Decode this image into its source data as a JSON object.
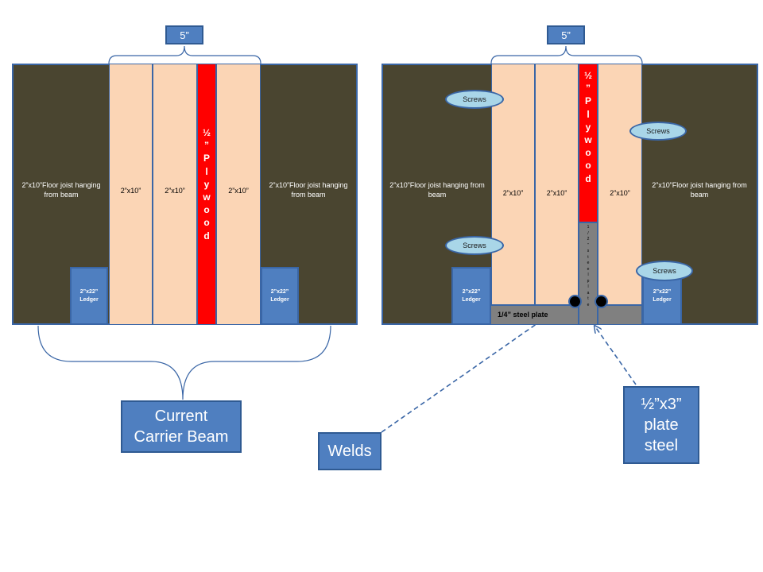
{
  "left_section": {
    "dimension": "5”",
    "joist_left": "2”x10”Floor joist hanging from beam",
    "joist_right": "2”x10”Floor joist hanging from beam",
    "boards": [
      "2”x10”",
      "2”x10”",
      "2”x10”"
    ],
    "plywood": [
      "½",
      "”",
      "P",
      "l",
      "y",
      "w",
      "o",
      "o",
      "d"
    ],
    "ledger_left": "2”x22” Ledger",
    "ledger_right": "2”x22” Ledger",
    "caption": "Current Carrier Beam"
  },
  "right_section": {
    "dimension": "5”",
    "joist_left": "2”x10”Floor joist hanging from beam",
    "joist_right": "2”x10”Floor joist hanging from beam",
    "boards": [
      "2”x10”",
      "2”x10”",
      "2”x10”"
    ],
    "plywood": [
      "½",
      "”",
      "P",
      "l",
      "y",
      "w",
      "o",
      "o",
      "d"
    ],
    "vertical_plate": [
      "1",
      "/",
      "2",
      "”",
      "s",
      "t",
      "e",
      "e",
      "l",
      "p",
      "l",
      "a",
      "t",
      "e"
    ],
    "ledger_left": "2”x22” Ledger",
    "ledger_right": "2”x22” Ledger",
    "steel_plate": "1/4” steel plate",
    "screws": [
      "Screws",
      "Screws",
      "Screws",
      "Screws"
    ],
    "welds_label": "Welds",
    "plate_steel_label": "½”x3” plate steel"
  },
  "colors": {
    "joist": "#4a4530",
    "board": "#fbd5b5",
    "plywood": "#ff0000",
    "ledger": "#4f7fc0",
    "steel": "#808080",
    "screws": "#a9d6e8",
    "outline": "#3a66a6"
  }
}
